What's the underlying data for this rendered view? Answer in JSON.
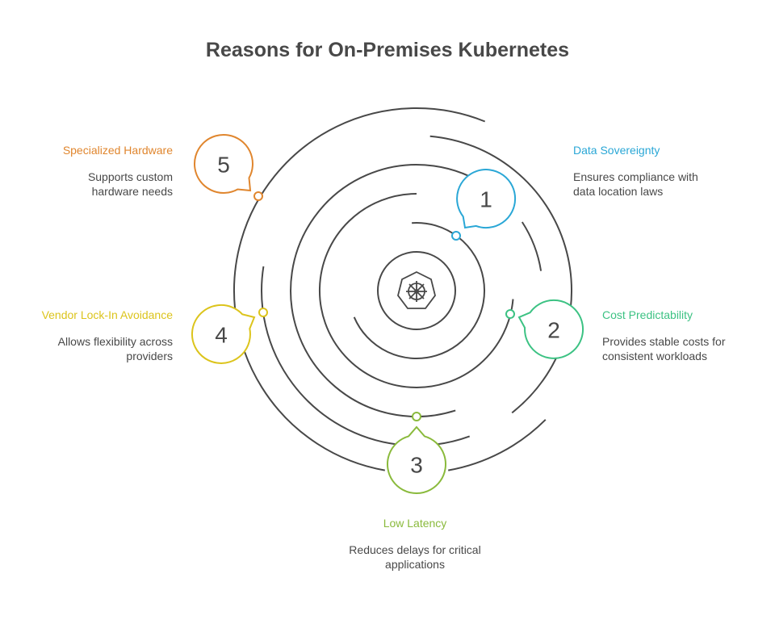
{
  "title": "Reasons for On-Premises Kubernetes",
  "center_icon": "kubernetes-helm-wheel-icon",
  "items": [
    {
      "number": "1",
      "heading": "Data Sovereignty",
      "description_lines": [
        "Ensures compliance with",
        "data location laws"
      ],
      "color": "#2aa7d6"
    },
    {
      "number": "2",
      "heading": "Cost Predictability",
      "description_lines": [
        "Provides stable costs for",
        "consistent workloads"
      ],
      "color": "#3cc283"
    },
    {
      "number": "3",
      "heading": "Low Latency",
      "description_lines": [
        "Reduces delays for critical",
        "applications"
      ],
      "color": "#8aba3c"
    },
    {
      "number": "4",
      "heading": "Vendor Lock-In Avoidance",
      "description_lines": [
        "Allows flexibility across",
        "providers"
      ],
      "color": "#dcc41c"
    },
    {
      "number": "5",
      "heading": "Specialized Hardware",
      "description_lines": [
        "Supports custom",
        "hardware needs"
      ],
      "color": "#e0862e"
    }
  ],
  "colors": {
    "line": "#484848",
    "text": "#484848"
  }
}
